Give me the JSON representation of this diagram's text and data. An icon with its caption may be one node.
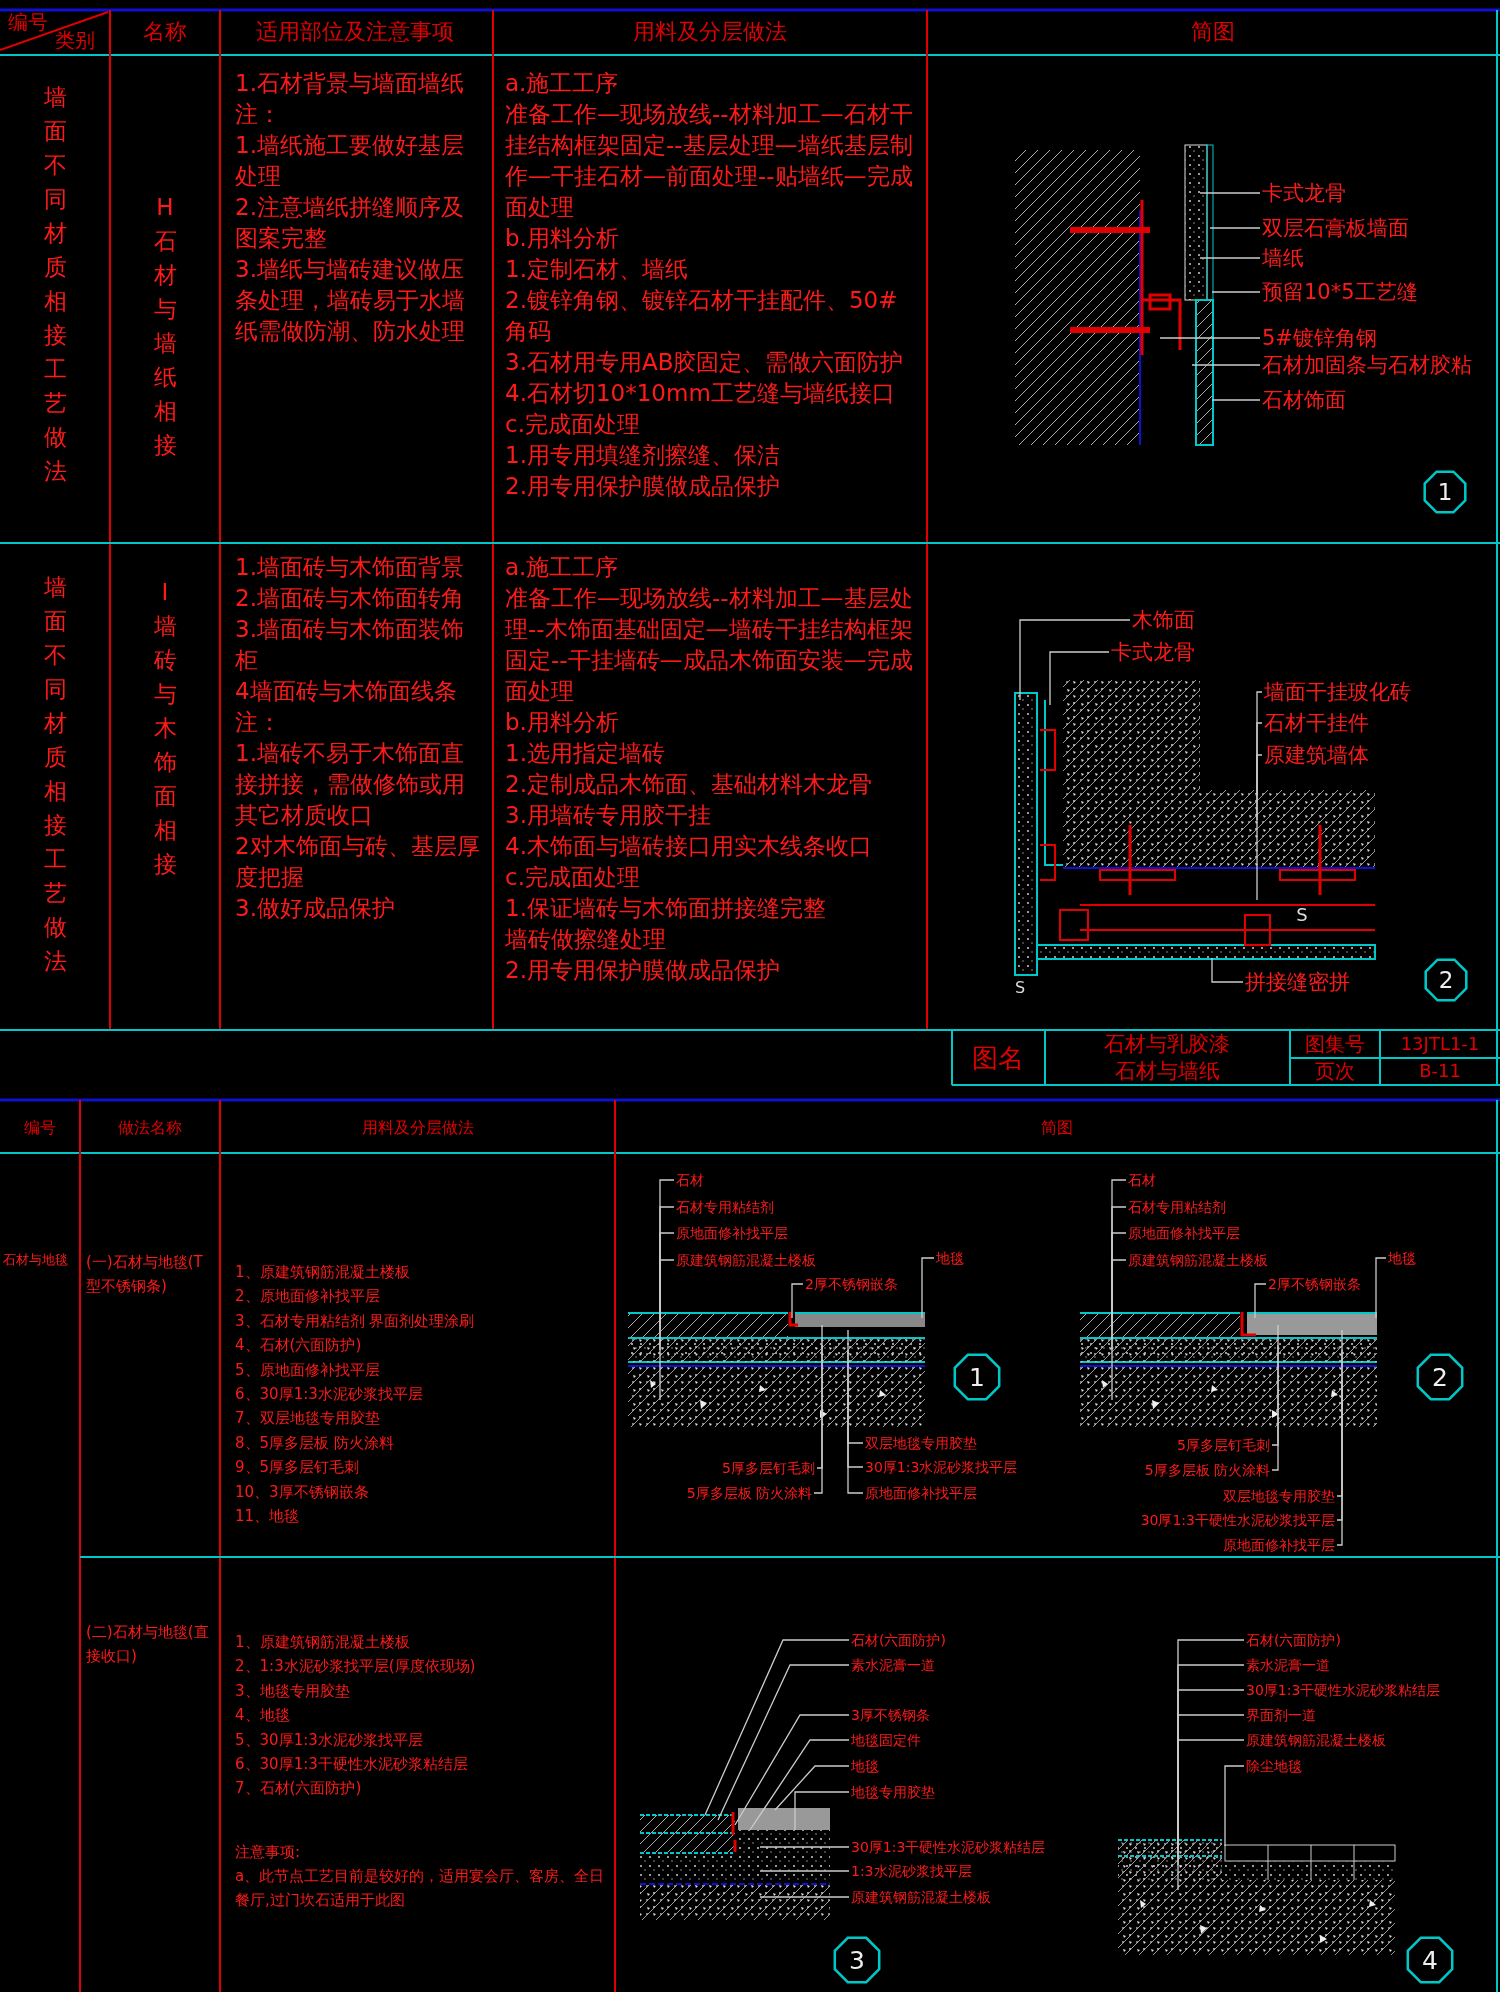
{
  "diagram": {
    "nodes": [
      {
        "text": [
          "卡式龙骨"
        ]
      },
      {
        "text": [
          "双层石膏板墙面"
        ]
      },
      {
        "text": [
          "墙纸"
        ]
      },
      {
        "text": [
          "预留10*5工艺缝"
        ]
      },
      {
        "text": [
          "5#镀锌角钢"
        ]
      },
      {
        "text": [
          "石材加固条与石材胶粘"
        ]
      },
      {
        "text": [
          "石材饰面"
        ]
      },
      {
        "text": [
          "1"
        ]
      },
      {
        "text": [
          "木饰面"
        ]
      },
      {
        "text": [
          "卡式龙骨"
        ]
      },
      {
        "text": [
          "墙面干挂玻化砖"
        ]
      },
      {
        "text": [
          "石材干挂件"
        ]
      },
      {
        "text": [
          "原建筑墙体"
        ]
      },
      {
        "text": [
          "拼接缝密拼"
        ]
      },
      {
        "text": [
          "2"
        ]
      },
      {
        "text": [
          "石材"
        ]
      },
      {
        "text": [
          "石材专用粘结剂"
        ]
      },
      {
        "text": [
          "原地面修补找平层"
        ]
      },
      {
        "text": [
          "原建筑钢筋混凝土楼板"
        ]
      },
      {
        "text": [
          "地毯"
        ]
      },
      {
        "text": [
          "2厚不锈钢嵌条"
        ]
      },
      {
        "text": [
          "双层地毯专用胶垫"
        ]
      },
      {
        "text": [
          "30厚1:3水泥砂浆找平层"
        ]
      },
      {
        "text": [
          "原地面修补找平层"
        ]
      },
      {
        "text": [
          "5厚多层钉毛刺"
        ]
      },
      {
        "text": [
          "5厚多层板 防火涂料"
        ]
      },
      {
        "text": [
          "1"
        ]
      },
      {
        "text": [
          "石材"
        ]
      },
      {
        "text": [
          "石材专用粘结剂"
        ]
      },
      {
        "text": [
          "原地面修补找平层"
        ]
      },
      {
        "text": [
          "原建筑钢筋混凝土楼板"
        ]
      },
      {
        "text": [
          "地毯"
        ]
      },
      {
        "text": [
          "2厚不锈钢嵌条"
        ]
      },
      {
        "text": [
          "5厚多层钉毛刺"
        ]
      },
      {
        "text": [
          "5厚多层板 防火涂料"
        ]
      },
      {
        "text": [
          "双层地毯专用胶垫"
        ]
      },
      {
        "text": [
          "30厚1:3干硬性水泥砂浆找平层"
        ]
      },
      {
        "text": [
          "原地面修补找平层"
        ]
      },
      {
        "text": [
          "2"
        ]
      },
      {
        "text": [
          "石材(六面防护)"
        ]
      },
      {
        "text": [
          "素水泥膏一道"
        ]
      },
      {
        "text": [
          "3厚不锈钢条"
        ]
      },
      {
        "text": [
          "地毯固定件"
        ]
      },
      {
        "text": [
          "地毯"
        ]
      },
      {
        "text": [
          "地毯专用胶垫"
        ]
      },
      {
        "text": [
          "30厚1:3干硬性水泥砂浆粘结层"
        ]
      },
      {
        "text": [
          "1:3水泥砂浆找平层"
        ]
      },
      {
        "text": [
          "原建筑钢筋混凝土楼板"
        ]
      },
      {
        "text": [
          "3"
        ]
      },
      {
        "text": [
          "石材(六面防护)"
        ]
      },
      {
        "text": [
          "素水泥膏一道"
        ]
      },
      {
        "text": [
          "30厚1:3干硬性水泥砂浆粘结层"
        ]
      },
      {
        "text": [
          "界面剂一道"
        ]
      },
      {
        "text": [
          "原建筑钢筋混凝土楼板"
        ]
      },
      {
        "text": [
          "除尘地毯"
        ]
      },
      {
        "text": [
          "4"
        ]
      },
      {
        "text": [],
        "shape": "picture"
      },
      {
        "text": [],
        "shape": "picture"
      },
      {
        "text": [],
        "shape": "picture"
      },
      {
        "text": [],
        "shape": "picture"
      },
      {
        "text": [],
        "shape": "picture"
      },
      {
        "text": [],
        "shape": "picture"
      }
    ],
    "edges": [
      {
        "from": 0,
        "to": 56,
        "arrow": "none"
      },
      {
        "from": 1,
        "to": 56,
        "arrow": "none"
      },
      {
        "from": 2,
        "to": 56,
        "arrow": "none"
      },
      {
        "from": 3,
        "to": 56,
        "arrow": "none"
      },
      {
        "from": 4,
        "to": 56,
        "arrow": "none"
      },
      {
        "from": 5,
        "to": 56,
        "arrow": "none"
      },
      {
        "from": 6,
        "to": 56,
        "arrow": "none"
      },
      {
        "from": 8,
        "to": 57,
        "arrow": "none"
      },
      {
        "from": 9,
        "to": 57,
        "arrow": "none"
      },
      {
        "from": 10,
        "to": 57,
        "arrow": "none"
      },
      {
        "from": 11,
        "to": 57,
        "arrow": "none"
      },
      {
        "from": 12,
        "to": 57,
        "arrow": "none"
      },
      {
        "from": 13,
        "to": 57,
        "arrow": "none"
      },
      {
        "from": 15,
        "to": 58,
        "arrow": "none"
      },
      {
        "from": 16,
        "to": 58,
        "arrow": "none"
      },
      {
        "from": 17,
        "to": 58,
        "arrow": "none"
      },
      {
        "from": 18,
        "to": 58,
        "arrow": "none"
      },
      {
        "from": 19,
        "to": 58,
        "arrow": "none"
      },
      {
        "from": 20,
        "to": 58,
        "arrow": "none"
      },
      {
        "from": 21,
        "to": 58,
        "arrow": "none"
      },
      {
        "from": 22,
        "to": 58,
        "arrow": "none"
      },
      {
        "from": 23,
        "to": 58,
        "arrow": "none"
      },
      {
        "from": 24,
        "to": 58,
        "arrow": "none"
      },
      {
        "from": 25,
        "to": 58,
        "arrow": "none"
      },
      {
        "from": 27,
        "to": 59,
        "arrow": "none"
      },
      {
        "from": 28,
        "to": 59,
        "arrow": "none"
      },
      {
        "from": 29,
        "to": 59,
        "arrow": "none"
      },
      {
        "from": 30,
        "to": 59,
        "arrow": "none"
      },
      {
        "from": 31,
        "to": 59,
        "arrow": "none"
      },
      {
        "from": 32,
        "to": 59,
        "arrow": "none"
      },
      {
        "from": 33,
        "to": 59,
        "arrow": "none"
      },
      {
        "from": 34,
        "to": 59,
        "arrow": "none"
      },
      {
        "from": 35,
        "to": 59,
        "arrow": "none"
      },
      {
        "from": 36,
        "to": 59,
        "arrow": "none"
      },
      {
        "from": 37,
        "to": 59,
        "arrow": "none"
      },
      {
        "from": 39,
        "to": 60,
        "arrow": "none"
      },
      {
        "from": 40,
        "to": 60,
        "arrow": "none"
      },
      {
        "from": 41,
        "to": 60,
        "arrow": "none"
      },
      {
        "from": 42,
        "to": 60,
        "arrow": "none"
      },
      {
        "from": 43,
        "to": 60,
        "arrow": "none"
      },
      {
        "from": 44,
        "to": 60,
        "arrow": "none"
      },
      {
        "from": 45,
        "to": 60,
        "arrow": "none"
      },
      {
        "from": 46,
        "to": 60,
        "arrow": "none"
      },
      {
        "from": 47,
        "to": 60,
        "arrow": "none"
      },
      {
        "from": 49,
        "to": 61,
        "arrow": "none"
      },
      {
        "from": 50,
        "to": 61,
        "arrow": "none"
      },
      {
        "from": 51,
        "to": 61,
        "arrow": "none"
      },
      {
        "from": 52,
        "to": 61,
        "arrow": "none"
      },
      {
        "from": 53,
        "to": 61,
        "arrow": "none"
      },
      {
        "from": 54,
        "to": 61,
        "arrow": "none"
      }
    ],
    "labels": [
      "编号",
      "类别",
      "名称",
      "适用部位及注意事项",
      "用料及分层做法",
      "简图",
      "墙面不同材质相接工艺做法",
      "H石材与墙纸相接",
      "1.石材背景与墙面墙纸",
      "注：",
      "1.墙纸施工要做好基层处理",
      "2.注意墙纸拼缝顺序及图案完整",
      "3.墙纸与墙砖建议做压条处理，墙砖易于水墙纸需做防潮、防水处理",
      "a.施工工序",
      "准备工作—现场放线--材料加工—石材干挂结构框架固定--基层处理—墙纸基层制作—干挂石材—前面处理--贴墙纸—完成面处理",
      "b.用料分析",
      "1.定制石材、墙纸",
      "2.镀锌角钢、镀锌石材干挂配件、50#角码",
      "3.石材用专用AB胶固定、需做六面防护",
      "4.石材切10*10mm工艺缝与墙纸接口",
      "c.完成面处理",
      "1.用专用填缝剂擦缝、保洁",
      "2.用专用保护膜做成品保护",
      "墙面不同材质相接工艺做法",
      "I墙砖与木饰面相接",
      "1.墙面砖与木饰面背景",
      "2.墙面砖与木饰面转角",
      "3.墙面砖与木饰面装饰柜",
      "4墙面砖与木饰面线条",
      "注：",
      "1.墙砖不易于木饰面直接拼接，需做修饰或用其它材质收口",
      "2对木饰面与砖、基层厚度把握",
      "3.做好成品保护",
      "a.施工工序",
      "准备工作—现场放线--材料加工—基层处理--木饰面基础固定—墙砖干挂结构框架固定--干挂墙砖—成品木饰面安装—完成面处理",
      "b.用料分析",
      "1.选用指定墙砖",
      "2.定制成品木饰面、基础材料木龙骨",
      "3.用墙砖专用胶干挂",
      "4.木饰面与墙砖接口用实木线条收口",
      "c.完成面处理",
      "1.保证墙砖与木饰面拼接缝完整",
      "墙砖做擦缝处理",
      "2.用专用保护膜做成品保护",
      "S",
      "S",
      "图名",
      "石材与乳胶漆",
      "石材与墙纸",
      "图集号",
      "13JTL1-1",
      "页次",
      "B-11",
      "编号",
      "做法名称",
      "用料及分层做法",
      "简图",
      "石材与地毯",
      "(一)石材与地毯(T型不锈钢条)",
      "1、原建筑钢筋混凝土楼板",
      "2、原地面修补找平层",
      "3、石材专用粘结剂 界面剂处理涂刷",
      "4、石材(六面防护)",
      "5、原地面修补找平层",
      "6、30厚1:3水泥砂浆找平层",
      "7、双层地毯专用胶垫",
      "8、5厚多层板 防火涂料",
      "9、5厚多层钉毛刺",
      "10、3厚不锈钢嵌条",
      "11、地毯",
      "(二)石材与地毯(直接收口)",
      "1、原建筑钢筋混凝土楼板",
      "2、1:3水泥砂浆找平层(厚度依现场)",
      "3、地毯专用胶垫",
      "4、地毯",
      "5、30厚1:3水泥砂浆找平层",
      "6、30厚1:3干硬性水泥砂浆粘结层",
      "7、石材(六面防护)",
      "注意事项:",
      "a、此节点工艺目前是较好的，适用宴会厅、客房、全日餐厅,过门坎石适用于此图"
    ]
  }
}
